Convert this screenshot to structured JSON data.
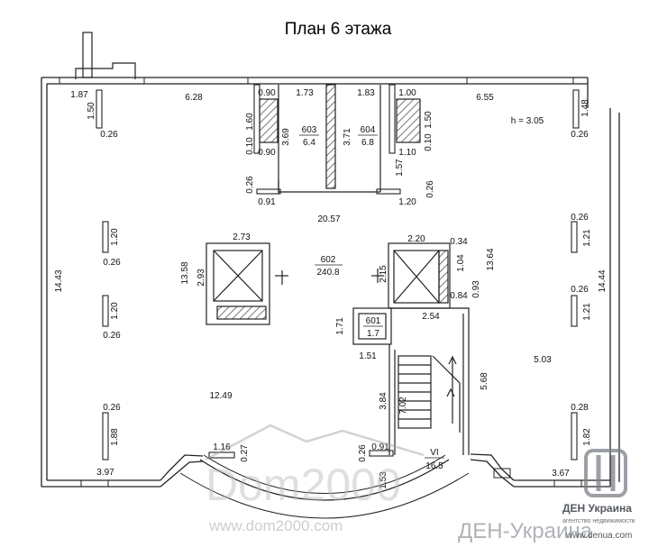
{
  "title": "План 6 этажа",
  "height_note": "h = 3.05",
  "rooms": [
    {
      "id": "603",
      "area": "6.4"
    },
    {
      "id": "604",
      "area": "6.8"
    },
    {
      "id": "602",
      "area": "240.8"
    },
    {
      "id": "601",
      "area": "1.7"
    },
    {
      "id": "VI",
      "area": "16.5"
    }
  ],
  "dimensions": {
    "top_left": "1.87",
    "top_span_left": "6.28",
    "top_0_90a": "0.90",
    "top_1_73": "1.73",
    "top_1_83": "1.83",
    "top_1_00": "1.00",
    "top_span_right": "6.55",
    "left_1_50": "1.50",
    "left_0_26a": "0.26",
    "d_1_60": "1.60",
    "d_0_10a": "0.10",
    "d_0_90b": "0.90",
    "d_3_69": "3.69",
    "d_3_71": "3.71",
    "d_1_50r": "1.50",
    "d_0_10b": "0.10",
    "d_1_10": "1.10",
    "d_1_57": "1.57",
    "right_1_48": "1.48",
    "right_0_26a": "0.26",
    "d_0_26b": "0.26",
    "d_0_91a": "0.91",
    "d_1_20a": "1.20",
    "d_0_26c": "0.26",
    "hall_width": "20.57",
    "col_1_20a": "1.20",
    "col_0_26a": "0.26",
    "col_1_20b": "1.20",
    "col_0_26b": "0.26",
    "lift_left_w": "2.73",
    "lift_left_h": "2.93",
    "d_13_58": "13.58",
    "lift_right_w": "2.20",
    "d_0_34": "0.34",
    "d_2_15": "2.15",
    "d_1_04": "1.04",
    "d_0_84": "0.84",
    "d_0_93": "0.93",
    "d_13_64": "13.64",
    "rcol_0_26a": "0.26",
    "rcol_1_21a": "1.21",
    "rcol_0_26b": "0.26",
    "rcol_1_21b": "1.21",
    "d_1_71": "1.71",
    "d_2_54": "2.54",
    "d_1_51": "1.51",
    "d_5_68": "5.68",
    "d_5_03": "5.03",
    "left_height": "14.43",
    "right_height": "14.44",
    "d_12_49": "12.49",
    "d_3_84": "3.84",
    "d_7_02": "7.02",
    "bcol_0_26a": "0.26",
    "bcol_1_88": "1.88",
    "bcol_0_28": "0.28",
    "bcol_1_82": "1.82",
    "d_1_16": "1.16",
    "d_0_27": "0.27",
    "d_0_26d": "0.26",
    "d_0_91b": "0.91",
    "d_1_53": "1.53",
    "bottom_left": "3.97",
    "bottom_right": "3.67"
  },
  "watermarks": {
    "logo_text": "Dom2000",
    "site": "www.dom2000.com",
    "agency_name": "ДЕН Украина",
    "agency_tagline": "агентство недвижимости",
    "agency_large": "ДЕН-Украина",
    "agency_site": "www.denua.com"
  }
}
